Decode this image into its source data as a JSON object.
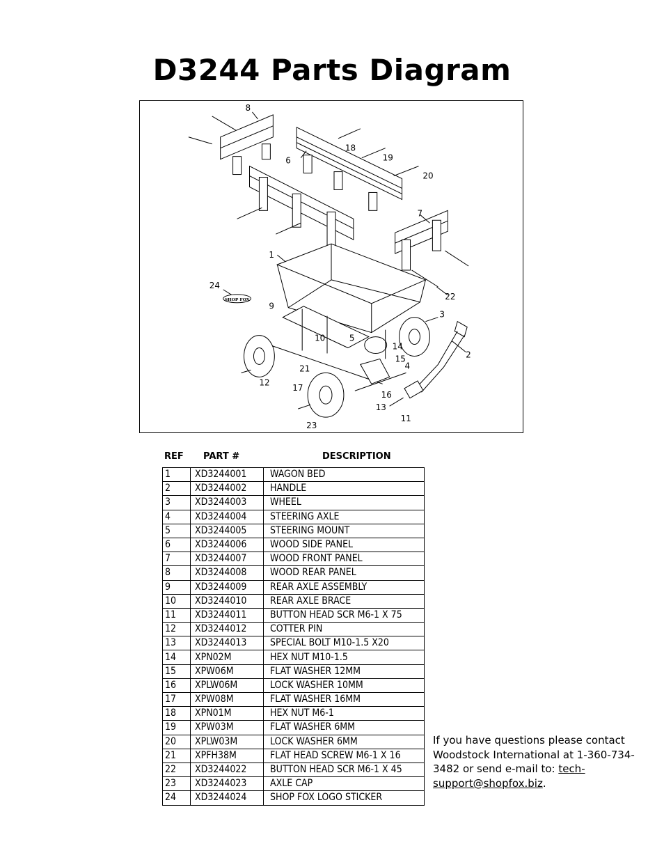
{
  "title": "D3244 Parts Diagram",
  "headers": {
    "ref": "REF",
    "part": "PART #",
    "desc": "DESCRIPTION"
  },
  "parts": [
    {
      "ref": "1",
      "part": "XD3244001",
      "desc": "WAGON BED"
    },
    {
      "ref": "2",
      "part": "XD3244002",
      "desc": "HANDLE"
    },
    {
      "ref": "3",
      "part": "XD3244003",
      "desc": "WHEEL"
    },
    {
      "ref": "4",
      "part": "XD3244004",
      "desc": "STEERING AXLE"
    },
    {
      "ref": "5",
      "part": "XD3244005",
      "desc": "STEERING MOUNT"
    },
    {
      "ref": "6",
      "part": "XD3244006",
      "desc": "WOOD SIDE PANEL"
    },
    {
      "ref": "7",
      "part": "XD3244007",
      "desc": "WOOD FRONT PANEL"
    },
    {
      "ref": "8",
      "part": "XD3244008",
      "desc": "WOOD REAR PANEL"
    },
    {
      "ref": "9",
      "part": "XD3244009",
      "desc": "REAR AXLE ASSEMBLY"
    },
    {
      "ref": "10",
      "part": "XD3244010",
      "desc": "REAR AXLE BRACE"
    },
    {
      "ref": "11",
      "part": "XD3244011",
      "desc": "BUTTON HEAD SCR M6-1 X 75"
    },
    {
      "ref": "12",
      "part": "XD3244012",
      "desc": "COTTER PIN"
    },
    {
      "ref": "13",
      "part": "XD3244013",
      "desc": "SPECIAL BOLT M10-1.5 X20"
    },
    {
      "ref": "14",
      "part": "XPN02M",
      "desc": "HEX NUT M10-1.5"
    },
    {
      "ref": "15",
      "part": "XPW06M",
      "desc": "FLAT WASHER 12MM"
    },
    {
      "ref": "16",
      "part": "XPLW06M",
      "desc": "LOCK WASHER 10MM"
    },
    {
      "ref": "17",
      "part": "XPW08M",
      "desc": "FLAT WASHER 16MM"
    },
    {
      "ref": "18",
      "part": "XPN01M",
      "desc": "HEX NUT M6-1"
    },
    {
      "ref": "19",
      "part": "XPW03M",
      "desc": "FLAT WASHER 6MM"
    },
    {
      "ref": "20",
      "part": "XPLW03M",
      "desc": "LOCK WASHER 6MM"
    },
    {
      "ref": "21",
      "part": "XPFH38M",
      "desc": "FLAT HEAD SCREW M6-1 X 16"
    },
    {
      "ref": "22",
      "part": "XD3244022",
      "desc": "BUTTON HEAD SCR M6-1 X 45"
    },
    {
      "ref": "23",
      "part": "XD3244023",
      "desc": "AXLE CAP"
    },
    {
      "ref": "24",
      "part": "XD3244024",
      "desc": "SHOP FOX LOGO STICKER"
    }
  ],
  "contact": {
    "text": "If you have questions please contact Woodstock International at 1-360-734-3482 or send e-mail to: ",
    "email": "tech-support@shopfox.biz",
    "trailing": "."
  },
  "diagram": {
    "sticker_text": "SHOP FOX",
    "callouts": [
      "8",
      "18",
      "6",
      "19",
      "20",
      "7",
      "1",
      "24",
      "22",
      "9",
      "3",
      "10",
      "5",
      "14",
      "15",
      "4",
      "2",
      "21",
      "12",
      "17",
      "16",
      "13",
      "11",
      "23"
    ]
  }
}
